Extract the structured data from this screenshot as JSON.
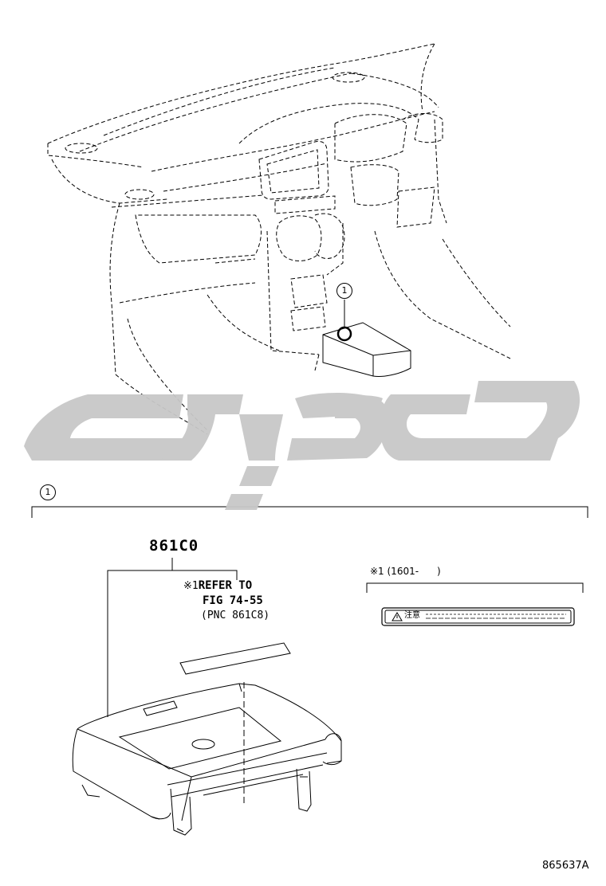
{
  "callouts": {
    "top": "1",
    "section": "1"
  },
  "part_number": "861C0",
  "refer_note": {
    "mark": "※1",
    "line1": "REFER TO",
    "line2": "FIG 74-55",
    "line3": "(PNC 861C8)"
  },
  "variant_note": "※1 (1601-      )",
  "label_sticker": {
    "text": "注意"
  },
  "drawing_id": "865637A",
  "watermark": {
    "color": "#c8c8c8"
  }
}
